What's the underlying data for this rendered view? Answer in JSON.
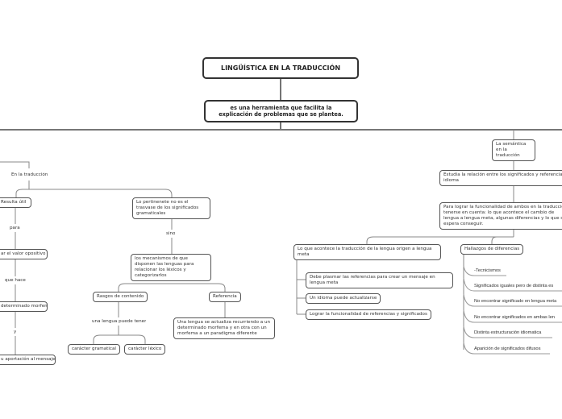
{
  "title": "LINGÜÍSTICA EN LA TRADUCCIÓN",
  "subtitle": "es una herramienta que facilita la explicación de problemas que se plantea.",
  "left": {
    "branch": "En la traducción",
    "util": "Resulta útil",
    "para": "para",
    "valor": "ar el valor opositivo",
    "que_hace": "que hace",
    "morfema": "determinado morfema",
    "y": "y",
    "aporte": "u aportación al mensaje"
  },
  "center": {
    "pertinente": "Lo pertinenete no es el trasvase de los significados gramaticales",
    "sino": "sino",
    "mecanismos": "los mecanismos de que disponen las lenguas para relacionar los léxicos y categorizarlos",
    "rasgos": "Rasgos de contenido",
    "referencia": "Referencia",
    "puede_tener": "una lengua puede tener",
    "gramatical": "carácter gramatical",
    "lexico": "carácter léxico",
    "actualiza": "Una lengua se actualiza recurriendo a un determinado morfema y en otra con un morfema a un paradigma diferente"
  },
  "right": {
    "semantica": "La semántica en la traducción",
    "estudia": "Estudia la relación entre los significados y referencias idioma",
    "lograr": "Para lograr la funcionalidad de ambos en la traducción tenerse en cuenta: lo que acontece el cambio de lengua a lengua meta, algunas diferencias y lo que se espera conseguir.",
    "acontece": {
      "label": "Lo que acontece la traducción de la lengua origen a lengua meta",
      "items": [
        "Debe plasmar las referencias para crear un mensaje en lengua meta",
        "Un idioma puede actualizarse",
        "Lograr la funcionalidad de referencias y significados"
      ]
    },
    "hallazgos": {
      "label": "Hallazgos de diferencias",
      "items": [
        "-Tecnicismos",
        "Significados iguales pero de distinta es",
        "No encontrar significado en lengua meta",
        "No encontrar significados en ambas len",
        "Distinta estructuración idiomatica",
        "Aparición de significados difusos"
      ]
    }
  }
}
